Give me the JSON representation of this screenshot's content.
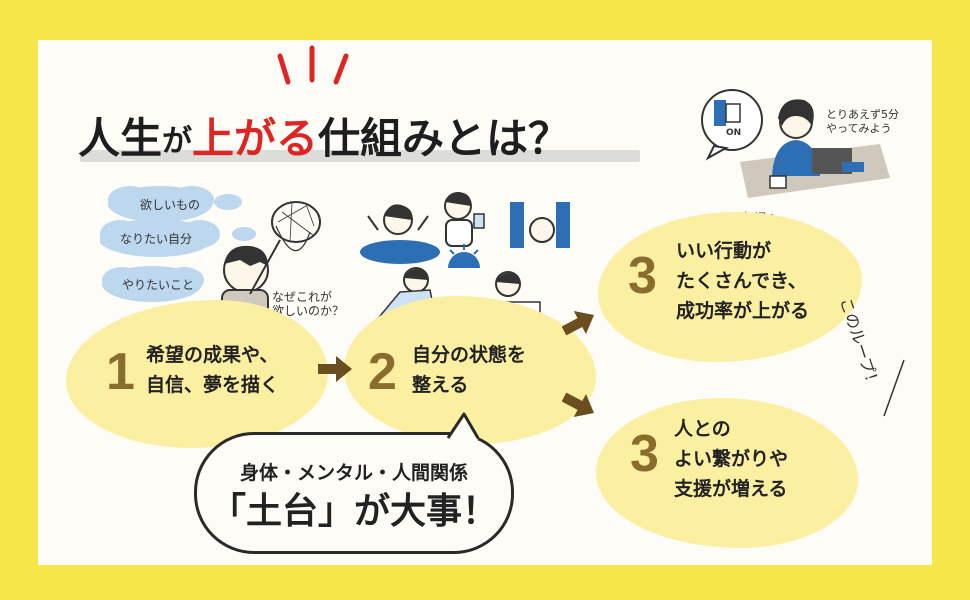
{
  "title": {
    "part1": "人生",
    "part2": "が",
    "part3": "上",
    "part4": "がる",
    "part5": "仕組みとは？"
  },
  "steps": [
    {
      "number": "1",
      "line1": "希望の成果や、",
      "line2": "自信、夢を描く"
    },
    {
      "number": "2",
      "line1": "自分の状態を",
      "line2": "整える"
    },
    {
      "number": "3",
      "line1": "いい行動が",
      "line2": "たくさんでき、",
      "line3": "成功率が上がる"
    },
    {
      "number": "3",
      "line1": "人との",
      "line2": "よい繋がりや",
      "line3": "支援が増える"
    }
  ],
  "callout": {
    "subtitle": "身体・メンタル・人間関係",
    "main": "「土台」が大事！"
  },
  "clouds": [
    "欲しいもの",
    "なりたい自分",
    "やりたいこと"
  ],
  "annotations": {
    "why": [
      "なぜこれが",
      "欲しいのか？"
    ],
    "try": [
      "とりあえず5分",
      "やってみよう"
    ],
    "timer": "タイマー",
    "switch": "ON",
    "loop": "このループ！"
  },
  "colors": {
    "background": "#f7e64a",
    "card": "#fdfcf6",
    "blob": "#fbefa2",
    "accent_red": "#dd2525",
    "number_brown": "#8a6d2e",
    "arrow_brown": "#6b4e1e",
    "cloud_blue": "#bcd7ee"
  }
}
